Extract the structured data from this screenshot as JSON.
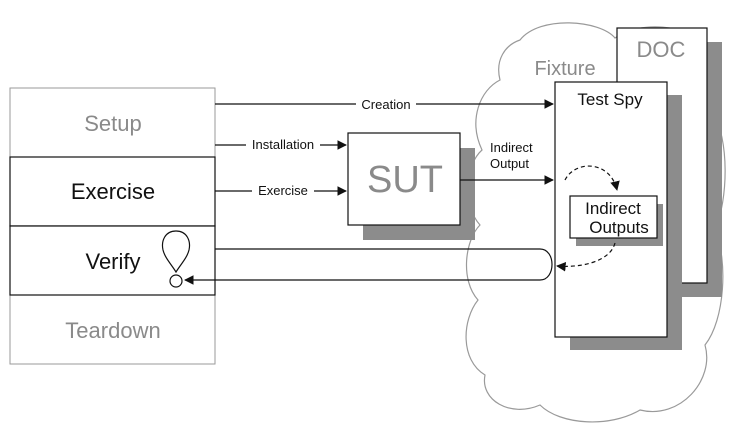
{
  "phases": {
    "setup": "Setup",
    "exercise": "Exercise",
    "verify": "Verify",
    "teardown": "Teardown"
  },
  "fixture_label": "Fixture",
  "doc_label": "DOC",
  "test_spy_label": "Test Spy",
  "sut_label": "SUT",
  "indirect_outputs_box": {
    "line1": "Indirect",
    "line2": "Outputs"
  },
  "arrows": {
    "creation": "Creation",
    "installation": "Installation",
    "exercise": "Exercise",
    "indirect_output_line1": "Indirect",
    "indirect_output_line2": "Output"
  },
  "colors": {
    "gray_text": "#8a8a8a",
    "shadow": "#8c8c8c",
    "line": "#111111"
  }
}
